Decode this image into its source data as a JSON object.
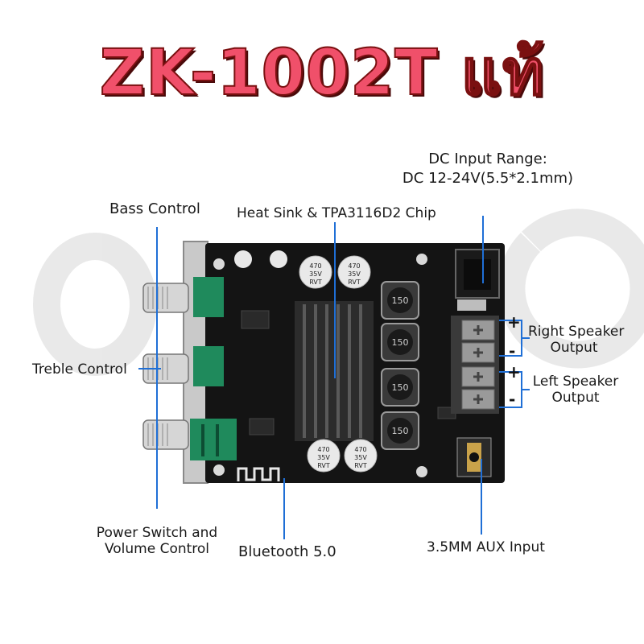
{
  "title": "ZK-1002T แท้",
  "labels": {
    "dc_input_line1": "DC Input Range:",
    "dc_input_line2": "DC 12-24V(5.5*2.1mm)",
    "bass": "Bass Control",
    "heatsink": "Heat Sink & TPA3116D2 Chip",
    "treble": "Treble Control",
    "right_speaker_line1": "Right Speaker",
    "right_speaker_line2": "Output",
    "left_speaker_line1": "Left Speaker",
    "left_speaker_line2": "Output",
    "power_line1": "Power Switch and",
    "power_line2": "Volume Control",
    "bluetooth": "Bluetooth 5.0",
    "aux": "3.5MM AUX Input"
  },
  "signs": {
    "plus": "+",
    "minus": "-"
  },
  "inductor_label": "150",
  "capacitor_label_lines": [
    "470",
    "35V",
    "RVT"
  ],
  "colors": {
    "title_fill": "#f0506a",
    "title_outline": "#7a1010",
    "leader": "#1f6fd6",
    "board": "#141414",
    "pot_green": "#1f8a5c",
    "terminal_gray": "#9a9a9a"
  }
}
